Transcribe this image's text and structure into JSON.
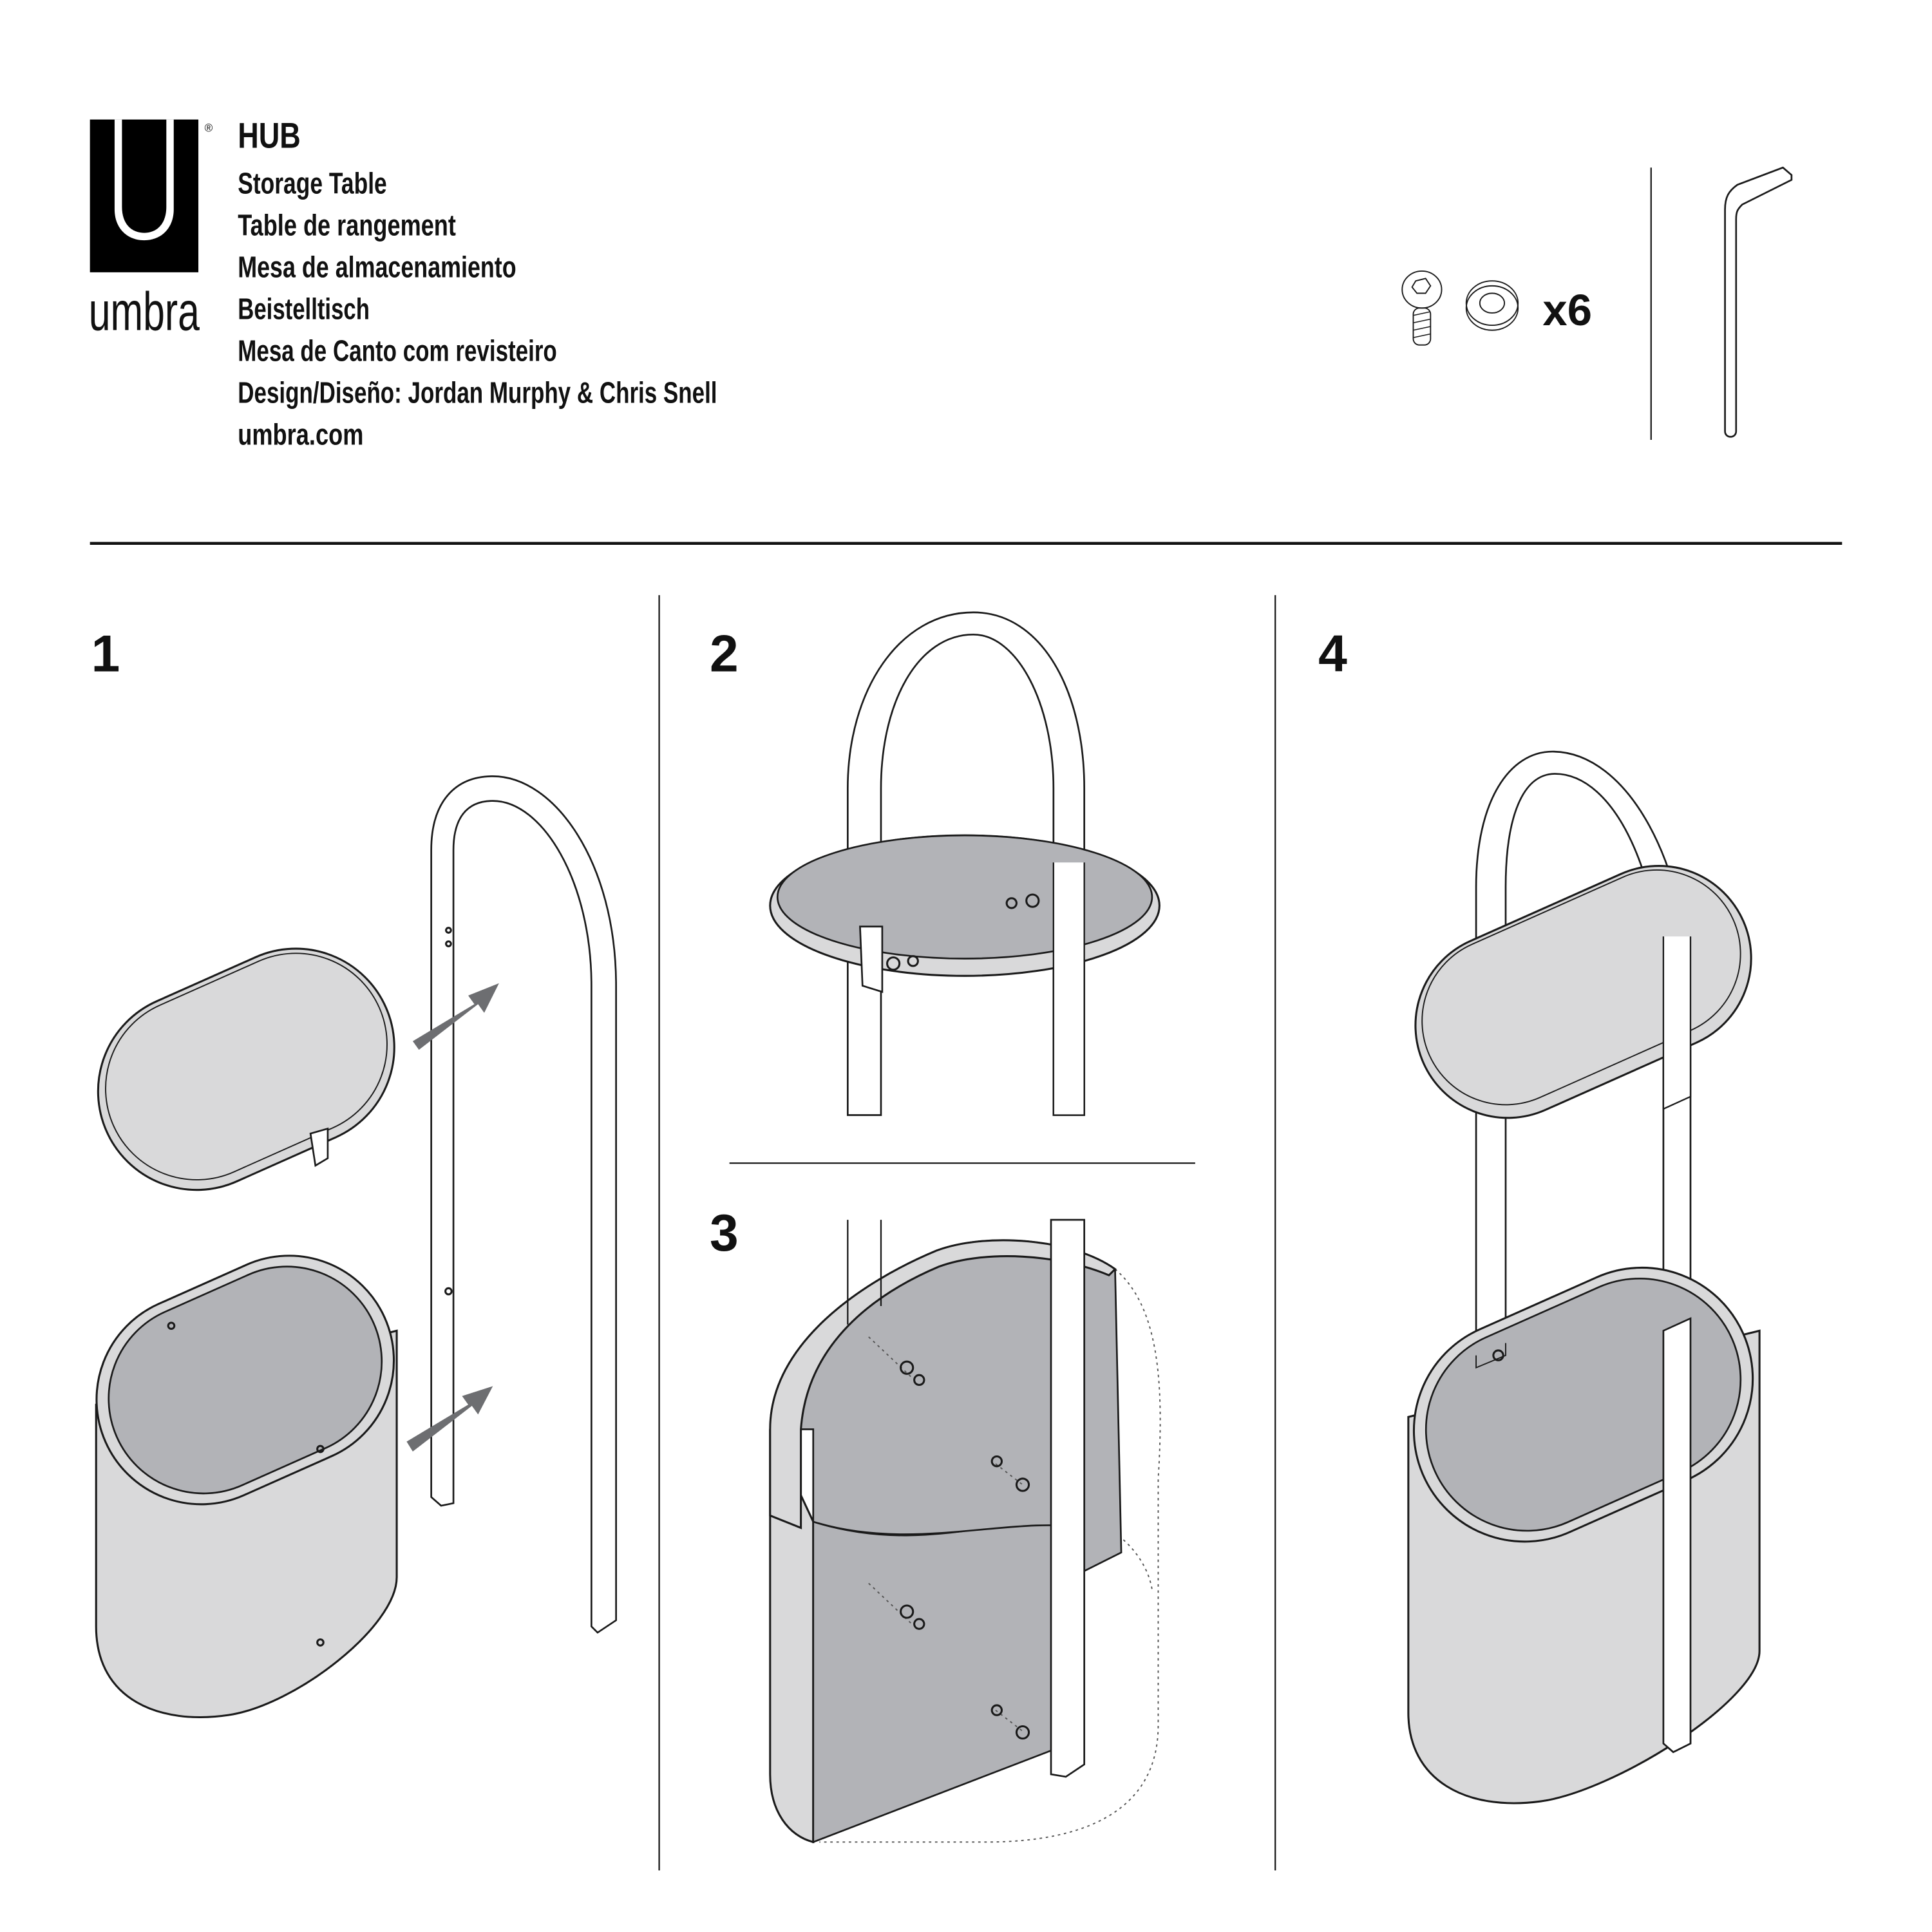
{
  "brand": {
    "logo_text": "umbra",
    "registered": "®"
  },
  "header": {
    "product": "HUB",
    "names": [
      "Storage Table",
      "Table de rangement",
      "Mesa de almacenamiento",
      "Beistelltisch",
      "Mesa de Canto com revisteiro"
    ],
    "design": "Design/Diseño: Jordan Murphy & Chris Snell",
    "website": "umbra.com"
  },
  "hardware": {
    "screw_washer_qty": "x6",
    "icons": [
      "screw-icon",
      "washer-icon",
      "allen-key-icon"
    ]
  },
  "steps": [
    "1",
    "2",
    "3",
    "4"
  ],
  "colors": {
    "ink": "#111111",
    "light_fill": "#d9d9da",
    "dark_fill": "#b2b3b7",
    "arrow": "#6d6e71"
  }
}
